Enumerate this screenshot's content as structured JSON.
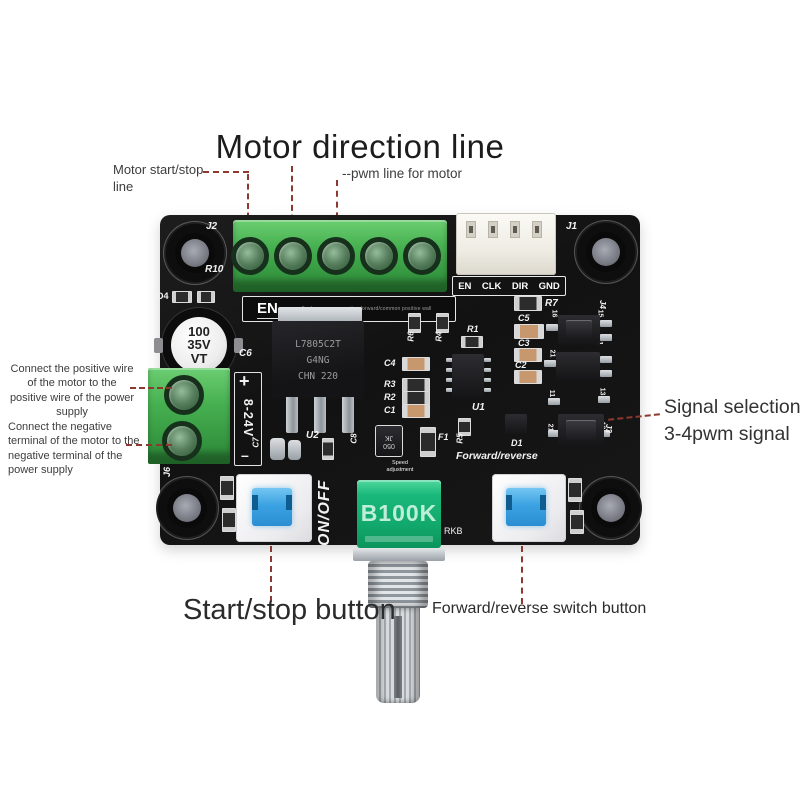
{
  "c": {
    "title": "Motor direction line",
    "start_line": "Motor start/stop line",
    "pwm_line": "--pwm line for motor",
    "positive": "Connect the positive wire of the motor to the positive wire of the power supply",
    "negative": "Connect the negative terminal of the motor to the negative terminal of the power supply",
    "signal1": "Signal selection",
    "signal2": "3-4pwm signal",
    "start_stop_btn": "Start/stop button",
    "fwd_rev_btn": "Forward/reverse switch button"
  },
  "s": {
    "j1": "J1",
    "j2": "J2",
    "j3": "J3",
    "j4": "J4",
    "j6": "J6",
    "r10": "R10",
    "d4": "D4",
    "c6": "C6",
    "u2": "U2",
    "u1": "U1",
    "r1": "R1",
    "r4": "R4",
    "r6": "R6",
    "r7": "R7",
    "c5": "C5",
    "c3": "C3",
    "c2": "C2",
    "c4": "C4",
    "r3": "R3",
    "r2": "R2",
    "c1": "C1",
    "c7": "C7",
    "c8": "C8",
    "f1": "F1",
    "r5": "R5",
    "d1": "D1",
    "en": "EN",
    "en_note": "5v dc common negative forward/common positive wall",
    "plus": "+",
    "range": "8-24V",
    "minus": "–",
    "on_off": "ON/OFF",
    "speed1": "Speed",
    "speed2": "adjustment",
    "fwd_rev": "Forward/reverse",
    "rkb": "RKB"
  },
  "pins": {
    "en": "EN",
    "clk": "CLK",
    "dir": "DIR",
    "gnd": "GND"
  },
  "jp": {
    "a1": "16",
    "a2": "15",
    "a3": "21",
    "a4": "11",
    "b1": "11",
    "b2": "21",
    "b3": "13",
    "b4": "13"
  },
  "cap": {
    "l1": "100",
    "l2": "35V",
    "l3": "VT"
  },
  "reg": {
    "l1": "L7805C2T",
    "l2": "G4NG",
    "l3": "CHN 220"
  },
  "pot": {
    "value": "B100K"
  },
  "jk": {
    "l1": "050",
    "l2": "JK"
  },
  "colors": {
    "background": "#ffffff",
    "pcb": "#141414",
    "terminal_green": "#3fa94a",
    "pot_green": "#17b377",
    "button_blue": "#3aa0e0",
    "callout_line": "#8e392f",
    "silkscreen": "#ffffff",
    "callout_text": "#3d3d3d"
  }
}
